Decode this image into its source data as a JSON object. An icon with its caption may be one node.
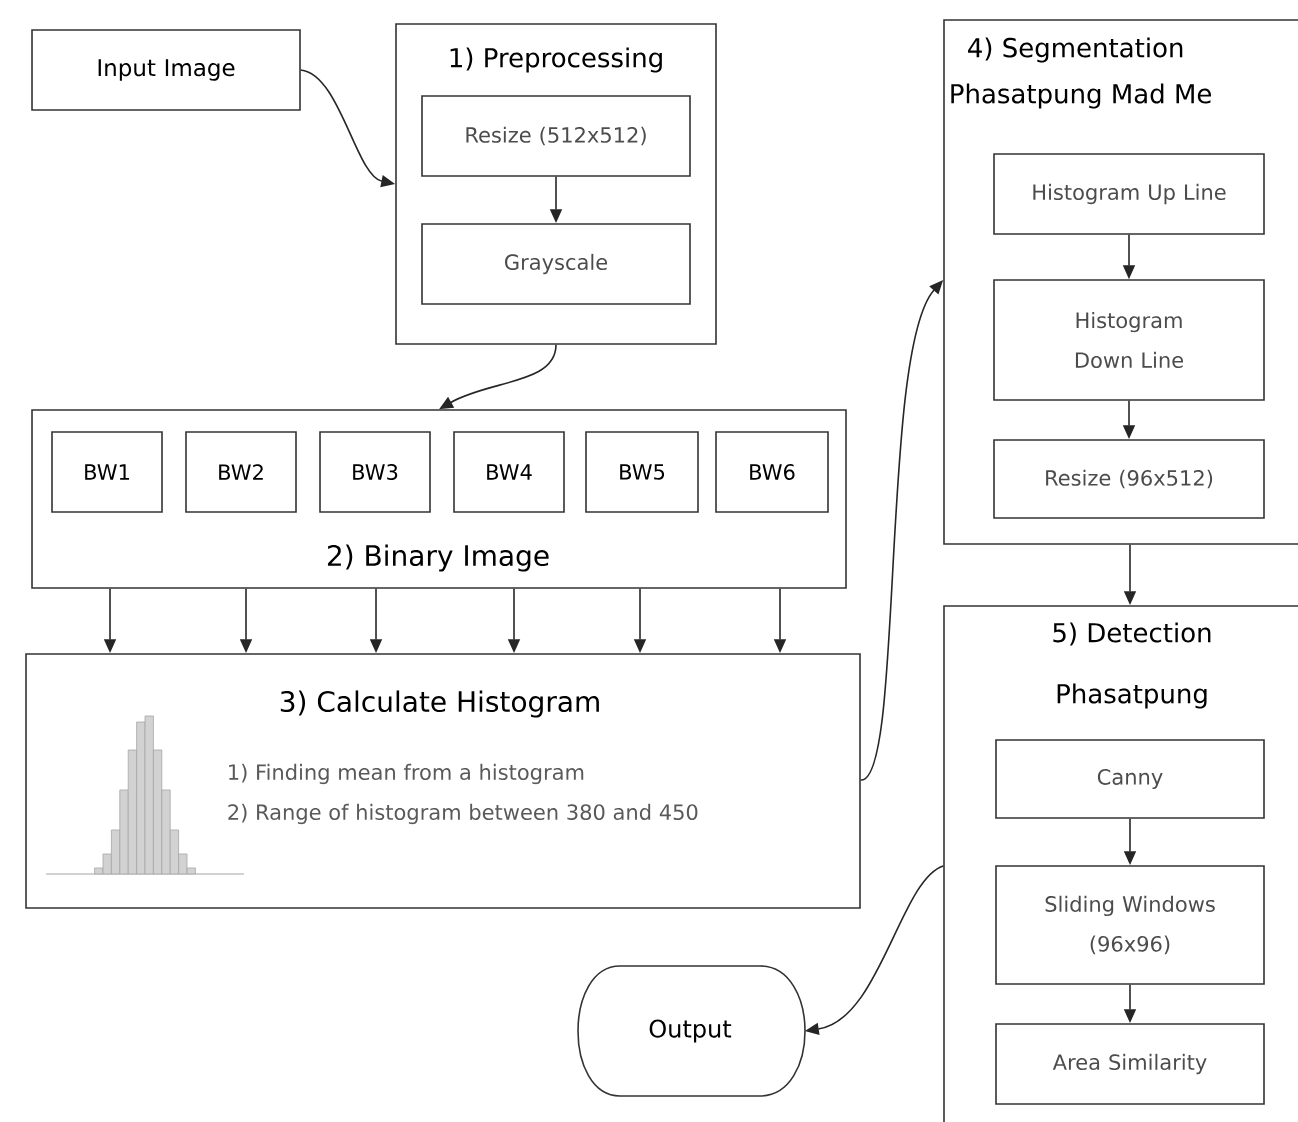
{
  "diagram": {
    "nodes": [
      {
        "text": [
          "Input Image"
        ]
      },
      {
        "text": [
          "1) Preprocessing"
        ]
      },
      {
        "text": [
          "Resize (512x512)"
        ],
        "in": 1
      },
      {
        "text": [
          "Grayscale"
        ],
        "in": 1
      },
      {
        "text": [
          "2) Binary Image"
        ]
      },
      {
        "text": [
          "BW1"
        ],
        "in": 4
      },
      {
        "text": [
          "BW2"
        ],
        "in": 4
      },
      {
        "text": [
          "BW3"
        ],
        "in": 4
      },
      {
        "text": [
          "BW4"
        ],
        "in": 4
      },
      {
        "text": [
          "BW5"
        ],
        "in": 4
      },
      {
        "text": [
          "BW6"
        ],
        "in": 4
      },
      {
        "text": [
          "3) Calculate Histogram",
          "1) Finding mean from a histogram",
          "2) Range of histogram between 380 and 450"
        ]
      },
      {
        "text": [
          "4) Segmentation",
          "Phasatpung Mad Me"
        ]
      },
      {
        "text": [
          "Histogram Up Line"
        ],
        "in": 12
      },
      {
        "text": [
          "Histogram Down Line"
        ],
        "in": 12
      },
      {
        "text": [
          "Resize (96x512)"
        ],
        "in": 12
      },
      {
        "text": [
          "5) Detection",
          "Phasatpung"
        ]
      },
      {
        "text": [
          "Canny"
        ],
        "in": 16
      },
      {
        "text": [
          "Sliding Windows (96x96)"
        ],
        "in": 16
      },
      {
        "text": [
          "Area Similarity"
        ],
        "in": 16
      },
      {
        "text": [
          "Output"
        ]
      }
    ],
    "edges": [
      {
        "from": 0,
        "to": 1,
        "arrow": "to"
      },
      {
        "from": 2,
        "to": 3,
        "arrow": "to"
      },
      {
        "from": 1,
        "to": 4,
        "arrow": "to"
      },
      {
        "from": 4,
        "to": 11,
        "arrow": "to"
      },
      {
        "from": 4,
        "to": 11,
        "arrow": "to"
      },
      {
        "from": 4,
        "to": 11,
        "arrow": "to"
      },
      {
        "from": 4,
        "to": 11,
        "arrow": "to"
      },
      {
        "from": 4,
        "to": 11,
        "arrow": "to"
      },
      {
        "from": 4,
        "to": 11,
        "arrow": "to"
      },
      {
        "from": 11,
        "to": 12,
        "arrow": "to"
      },
      {
        "from": 13,
        "to": 14,
        "arrow": "to"
      },
      {
        "from": 14,
        "to": 15,
        "arrow": "to"
      },
      {
        "from": 12,
        "to": 16,
        "arrow": "to"
      },
      {
        "from": 17,
        "to": 18,
        "arrow": "to"
      },
      {
        "from": 18,
        "to": 19,
        "arrow": "to"
      },
      {
        "from": 16,
        "to": 20,
        "arrow": "to"
      }
    ]
  }
}
